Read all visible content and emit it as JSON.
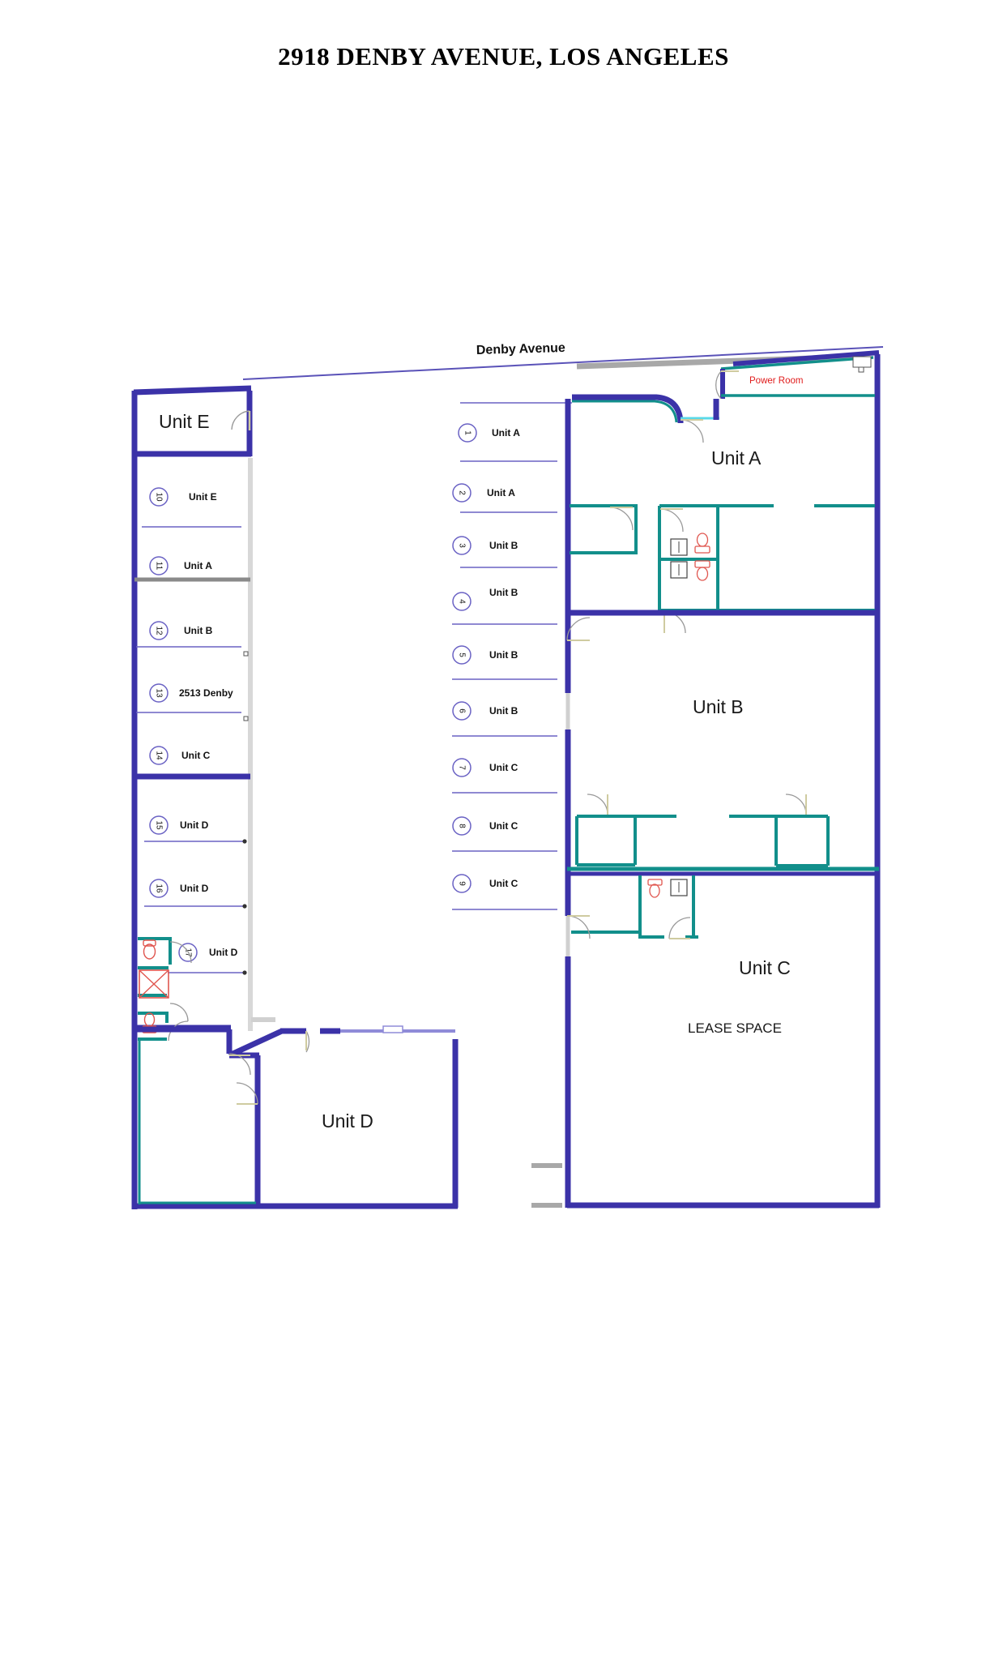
{
  "document": {
    "title": "2918 DENBY AVENUE, LOS ANGELES"
  },
  "colors": {
    "exterior_wall": "#3b32a8",
    "interior_wall": "#128f8b",
    "fixture_red": "#e0564f",
    "fixture_grey": "#555555",
    "legend_line": "#6a62c4",
    "power_room_text": "#e01b1b",
    "door_arc": "#999999",
    "door_leaf": "#cfcba0",
    "window_grey": "#b4b4b4"
  },
  "street": {
    "name": "Denby Avenue"
  },
  "annotations": {
    "power_room": "Power Room",
    "lease_space": "LEASE SPACE"
  },
  "units": [
    {
      "key": "unit-e",
      "label": "Unit E"
    },
    {
      "key": "unit-a",
      "label": "Unit A"
    },
    {
      "key": "unit-b",
      "label": "Unit B"
    },
    {
      "key": "unit-c",
      "label": "Unit C"
    },
    {
      "key": "unit-d",
      "label": "Unit D"
    }
  ],
  "legend_center": {
    "items": [
      {
        "number": "1",
        "label": "Unit A"
      },
      {
        "number": "2",
        "label": "Unit A"
      },
      {
        "number": "3",
        "label": "Unit B"
      },
      {
        "number": "4",
        "label": "Unit B"
      },
      {
        "number": "5",
        "label": "Unit B"
      },
      {
        "number": "6",
        "label": "Unit B"
      },
      {
        "number": "7",
        "label": "Unit C"
      },
      {
        "number": "8",
        "label": "Unit C"
      },
      {
        "number": "9",
        "label": "Unit C"
      }
    ]
  },
  "legend_left": {
    "items": [
      {
        "number": "10",
        "label": "Unit E"
      },
      {
        "number": "11",
        "label": "Unit A"
      },
      {
        "number": "12",
        "label": "Unit B"
      },
      {
        "number": "13",
        "label": "2513 Denby"
      },
      {
        "number": "14",
        "label": "Unit C"
      },
      {
        "number": "15",
        "label": "Unit D"
      },
      {
        "number": "16",
        "label": "Unit D"
      },
      {
        "number": "17",
        "label": "Unit D"
      }
    ]
  }
}
